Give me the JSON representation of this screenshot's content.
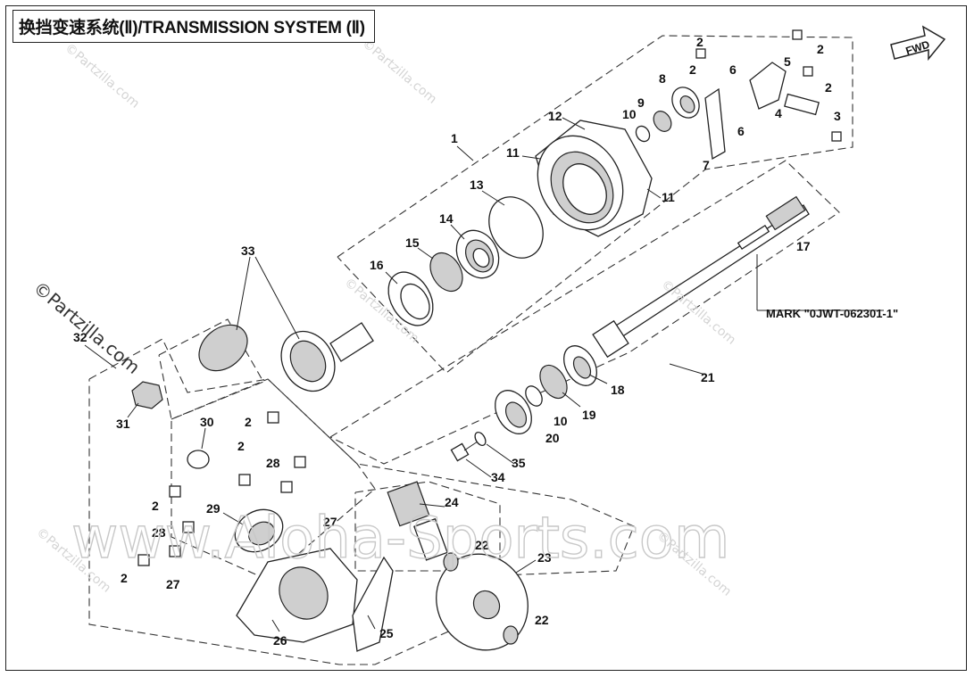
{
  "title": "换挡变速系统(Ⅱ)/TRANSMISSION SYSTEM (Ⅱ)",
  "fwd_label": "FWD",
  "mark_label": "MARK \"0JWT-062301-1\"",
  "watermark_main": "www.Aloha-Sports.com",
  "watermark_partzilla": "©Partzilla.com",
  "callouts": [
    "1",
    "2",
    "2",
    "2",
    "2",
    "3",
    "4",
    "5",
    "6",
    "6",
    "7",
    "8",
    "9",
    "10",
    "11",
    "11",
    "12",
    "13",
    "14",
    "15",
    "16",
    "17",
    "18",
    "19",
    "10",
    "20",
    "21",
    "33",
    "32",
    "31",
    "30",
    "2",
    "2",
    "28",
    "27",
    "2",
    "29",
    "28",
    "27",
    "2",
    "26",
    "25",
    "24",
    "22",
    "23",
    "22",
    "35",
    "34"
  ]
}
